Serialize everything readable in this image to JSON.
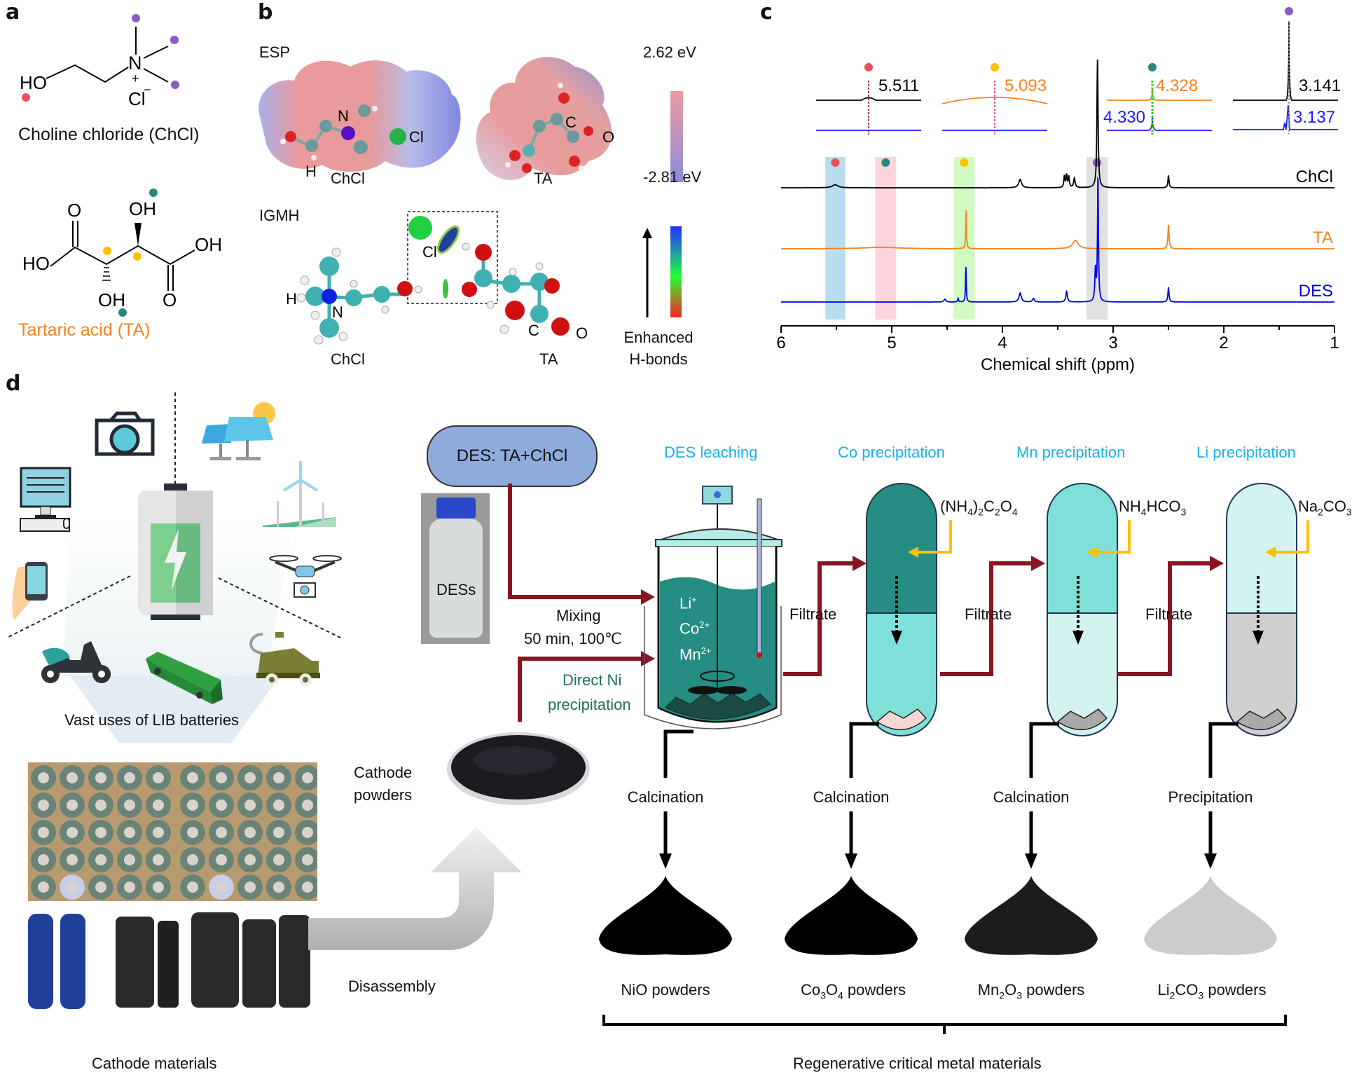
{
  "panels": {
    "a": {
      "label": "a",
      "choline": {
        "name": "Choline chloride (ChCl)",
        "atoms": {
          "ho": "HO",
          "n": "N",
          "plus": "+",
          "cl": "Cl",
          "minus": "−"
        }
      },
      "tartaric": {
        "name": "Tartaric acid (TA)",
        "atoms": {
          "o_top": "O",
          "oh_top": "OH",
          "ho_left": "HO",
          "oh_right": "OH",
          "oh_bottom": "OH",
          "o_bottom": "O"
        }
      }
    },
    "b": {
      "label": "b",
      "esp": {
        "title": "ESP",
        "chcl_label": "ChCl",
        "ta_label": "TA",
        "scale_max": "2.62 eV",
        "scale_min": "-2.81 eV",
        "atom_labels": {
          "n": "N",
          "h": "H",
          "cl": "Cl",
          "c": "C",
          "o": "O"
        }
      },
      "igmh": {
        "title": "IGMH",
        "chcl_label": "ChCl",
        "ta_label": "TA",
        "scale_label_1": "Enhanced",
        "scale_label_2": "H-bonds",
        "atom_labels": {
          "h": "H",
          "n": "N",
          "cl": "Cl",
          "c": "C",
          "o": "O"
        }
      }
    },
    "c": {
      "label": "c"
    },
    "d": {
      "label": "d",
      "uses_caption": "Vast uses of LIB batteries",
      "cathode_materials": "Cathode materials",
      "disassembly": "Disassembly",
      "cathode_powders_1": "Cathode",
      "cathode_powders_2": "powders",
      "des_box": "DES: TA+ChCl",
      "des_bottle": "DESs",
      "mixing_1": "Mixing",
      "mixing_2": "50 min, 100℃",
      "direct_ni_1": "Direct Ni",
      "direct_ni_2": "precipitation",
      "ions": {
        "li": "Li",
        "li_sup": "+",
        "co": "Co",
        "co_sup": "2+",
        "mn": "Mn",
        "mn_sup": "2+"
      },
      "stages": [
        {
          "title": "DES leaching"
        },
        {
          "title": "Co precipitation",
          "reagent": "(NH4)2C2O4"
        },
        {
          "title": "Mn precipitation",
          "reagent": "NH4HCO3"
        },
        {
          "title": "Li precipitation",
          "reagent": "Na2CO3"
        }
      ],
      "filtrate": "Filtrate",
      "steps": [
        "Calcination",
        "Calcination",
        "Calcination",
        "Precipitation"
      ],
      "products": [
        {
          "name": "NiO powders",
          "color": "#000000"
        },
        {
          "name": "Co3O4 powders",
          "color": "#000000"
        },
        {
          "name": "Mn2O3 powders",
          "color": "#1c1c1c"
        },
        {
          "name": "Li2CO3 powders",
          "color": "#cccccc"
        }
      ],
      "bracket_caption": "Regenerative critical metal materials",
      "use_icons": [
        "camera-icon",
        "solar-panel-icon",
        "computer-icon",
        "wind-turbine-icon",
        "smartphone-icon",
        "drone-icon",
        "scooter-icon",
        "bus-icon",
        "electric-car-icon",
        "battery-icon"
      ]
    }
  },
  "colors": {
    "marker_red": "#e8505b",
    "marker_teal": "#26897e",
    "marker_yellow": "#ffc000",
    "marker_purple": "#8a5ac8",
    "flow_red": "#8a1522",
    "reagent_yellow": "#ffc000",
    "des_box": "#8faadc",
    "teal_dark": "#258d82",
    "teal_mid": "#7fe0d8",
    "teal_light": "#d3f3f0",
    "gray_liquid": "#cfcfcf"
  },
  "chart_data": {
    "type": "line",
    "title": "",
    "xlabel": "Chemical shift (ppm)",
    "ylabel": "",
    "xlim": [
      6,
      1
    ],
    "x_reversed": true,
    "xticks": [
      6,
      5,
      4,
      3,
      2,
      1
    ],
    "grid": false,
    "series": [
      {
        "name": "ChCl",
        "color": "#000000",
        "peaks": [
          {
            "x": 5.511,
            "h": 0.08,
            "w": 0.03
          },
          {
            "x": 3.84,
            "h": 0.22,
            "w": 0.015
          },
          {
            "x": 3.44,
            "h": 0.3,
            "w": 0.006
          },
          {
            "x": 3.42,
            "h": 0.32,
            "w": 0.006
          },
          {
            "x": 3.4,
            "h": 0.28,
            "w": 0.006
          },
          {
            "x": 3.35,
            "h": 0.25,
            "w": 0.008
          },
          {
            "x": 3.141,
            "h": 3.4,
            "w": 0.006
          },
          {
            "x": 2.5,
            "h": 0.32,
            "w": 0.006
          }
        ]
      },
      {
        "name": "TA",
        "color": "#f58220",
        "peaks": [
          {
            "x": 5.093,
            "h": 0.02,
            "w": 0.2
          },
          {
            "x": 4.328,
            "h": 0.55,
            "w": 0.004
          },
          {
            "x": 3.34,
            "h": 0.12,
            "w": 0.03
          },
          {
            "x": 2.5,
            "h": 0.34,
            "w": 0.006
          }
        ]
      },
      {
        "name": "DES",
        "color": "#0000e6",
        "peaks": [
          {
            "x": 4.52,
            "h": 0.04,
            "w": 0.01
          },
          {
            "x": 4.4,
            "h": 0.05,
            "w": 0.005
          },
          {
            "x": 4.33,
            "h": 0.5,
            "w": 0.004
          },
          {
            "x": 3.84,
            "h": 0.13,
            "w": 0.012
          },
          {
            "x": 3.72,
            "h": 0.05,
            "w": 0.01
          },
          {
            "x": 3.42,
            "h": 0.15,
            "w": 0.008
          },
          {
            "x": 3.16,
            "h": 0.45,
            "w": 0.006
          },
          {
            "x": 3.137,
            "h": 1.8,
            "w": 0.005
          },
          {
            "x": 2.5,
            "h": 0.21,
            "w": 0.006
          }
        ]
      }
    ],
    "highlight_bands": [
      {
        "from": 5.6,
        "to": 5.42,
        "color": "#b9dcee",
        "marker": "#e8505b"
      },
      {
        "from": 5.15,
        "to": 4.96,
        "color": "#fdd5dd",
        "marker": "#26897e"
      },
      {
        "from": 4.44,
        "to": 4.25,
        "color": "#d1fbc2",
        "marker": "#ffc000"
      },
      {
        "from": 3.24,
        "to": 3.05,
        "color": "#e0e0e0",
        "marker": "#8a5ac8"
      }
    ],
    "insets": [
      {
        "marker": "#e8505b",
        "top_value": "5.511",
        "top_color": "#000000",
        "bottom_value": "",
        "line_color": "#7a0a0a"
      },
      {
        "marker": "#ffc000",
        "top_value": "5.093",
        "top_color": "#f58220",
        "bottom_value": "",
        "line_color": "#e0187a"
      },
      {
        "marker": "#26897e",
        "top_value": "4.328",
        "top_color": "#f58220",
        "bottom_value": "4.330",
        "bottom_color": "#1a1aff",
        "line_color": "#2ecc2e"
      },
      {
        "marker": "#8a5ac8",
        "top_value": "3.141",
        "top_color": "#000000",
        "bottom_value": "3.137",
        "bottom_color": "#1a1aff",
        "line_color": "#888888"
      }
    ]
  }
}
